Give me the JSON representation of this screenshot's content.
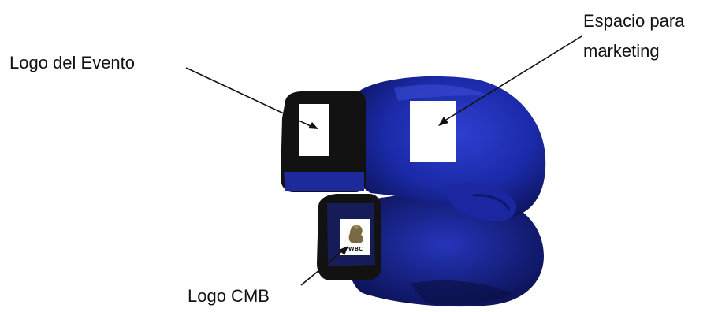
{
  "labels": {
    "event_logo": "Logo del Evento",
    "marketing_line1": "Espacio para",
    "marketing_line2": "marketing",
    "cmb_logo": "Logo CMB"
  },
  "cmb_emblem_text": "WBC",
  "colors": {
    "glove_blue": "#1b2aa8",
    "glove_dark": "#0f1766",
    "cuff_black": "#111111",
    "placeholder": "#ffffff",
    "text": "#111111"
  }
}
